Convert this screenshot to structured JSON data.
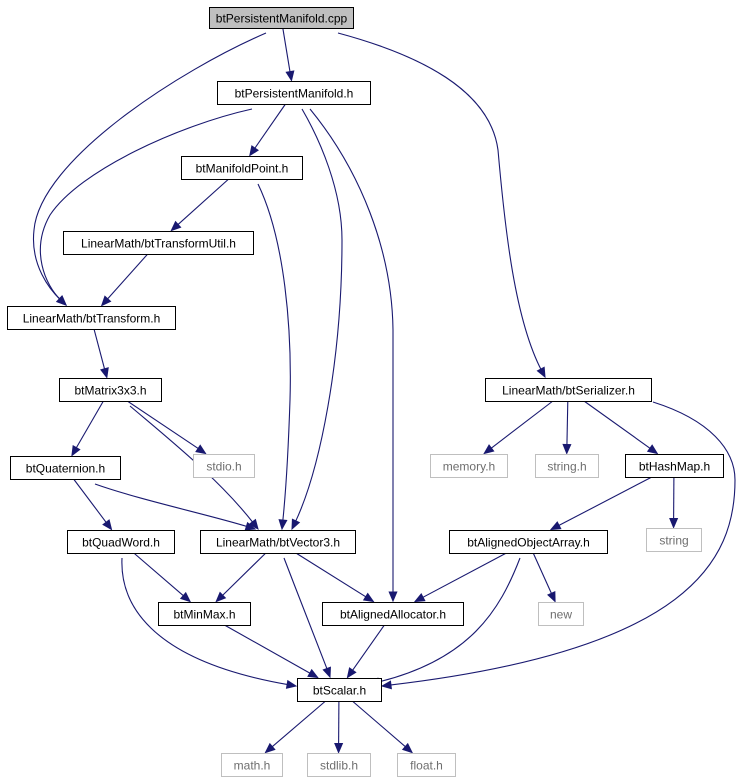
{
  "colors": {
    "edge": "#191970",
    "node_border": "#000000",
    "external_border": "#bfbfbf",
    "root_fill": "#bfbfbf",
    "node_fill": "#ffffff",
    "external_text": "#6e6e6e"
  },
  "nodes": [
    {
      "id": "root",
      "label": "btPersistentManifold.cpp",
      "kind": "root"
    },
    {
      "id": "manifold_h",
      "label": "btPersistentManifold.h",
      "kind": "header"
    },
    {
      "id": "manifoldpoint",
      "label": "btManifoldPoint.h",
      "kind": "header"
    },
    {
      "id": "transformutil",
      "label": "LinearMath/btTransformUtil.h",
      "kind": "header"
    },
    {
      "id": "transform",
      "label": "LinearMath/btTransform.h",
      "kind": "header"
    },
    {
      "id": "matrix3x3",
      "label": "btMatrix3x3.h",
      "kind": "header"
    },
    {
      "id": "quaternion",
      "label": "btQuaternion.h",
      "kind": "header"
    },
    {
      "id": "stdio",
      "label": "stdio.h",
      "kind": "external"
    },
    {
      "id": "quadword",
      "label": "btQuadWord.h",
      "kind": "header"
    },
    {
      "id": "vector3",
      "label": "LinearMath/btVector3.h",
      "kind": "header"
    },
    {
      "id": "minmax",
      "label": "btMinMax.h",
      "kind": "header"
    },
    {
      "id": "alignedalloc",
      "label": "btAlignedAllocator.h",
      "kind": "header"
    },
    {
      "id": "scalar",
      "label": "btScalar.h",
      "kind": "header"
    },
    {
      "id": "math",
      "label": "math.h",
      "kind": "external"
    },
    {
      "id": "stdlib",
      "label": "stdlib.h",
      "kind": "external"
    },
    {
      "id": "float",
      "label": "float.h",
      "kind": "external"
    },
    {
      "id": "serializer",
      "label": "LinearMath/btSerializer.h",
      "kind": "header"
    },
    {
      "id": "memory",
      "label": "memory.h",
      "kind": "external"
    },
    {
      "id": "string_h",
      "label": "string.h",
      "kind": "external"
    },
    {
      "id": "hashmap",
      "label": "btHashMap.h",
      "kind": "header"
    },
    {
      "id": "string",
      "label": "string",
      "kind": "external"
    },
    {
      "id": "alignedarray",
      "label": "btAlignedObjectArray.h",
      "kind": "header"
    },
    {
      "id": "new",
      "label": "new",
      "kind": "external"
    }
  ],
  "edges": [
    {
      "from": "root",
      "to": "manifold_h"
    },
    {
      "from": "root",
      "to": "transform"
    },
    {
      "from": "root",
      "to": "serializer"
    },
    {
      "from": "manifold_h",
      "to": "manifoldpoint"
    },
    {
      "from": "manifold_h",
      "to": "transform"
    },
    {
      "from": "manifold_h",
      "to": "vector3"
    },
    {
      "from": "manifold_h",
      "to": "alignedalloc"
    },
    {
      "from": "manifoldpoint",
      "to": "transformutil"
    },
    {
      "from": "manifoldpoint",
      "to": "vector3"
    },
    {
      "from": "transformutil",
      "to": "transform"
    },
    {
      "from": "transform",
      "to": "matrix3x3"
    },
    {
      "from": "matrix3x3",
      "to": "quaternion"
    },
    {
      "from": "matrix3x3",
      "to": "stdio"
    },
    {
      "from": "matrix3x3",
      "to": "vector3"
    },
    {
      "from": "quaternion",
      "to": "quadword"
    },
    {
      "from": "quaternion",
      "to": "vector3"
    },
    {
      "from": "quadword",
      "to": "minmax"
    },
    {
      "from": "quadword",
      "to": "scalar"
    },
    {
      "from": "vector3",
      "to": "minmax"
    },
    {
      "from": "vector3",
      "to": "alignedalloc"
    },
    {
      "from": "vector3",
      "to": "scalar"
    },
    {
      "from": "minmax",
      "to": "scalar"
    },
    {
      "from": "alignedalloc",
      "to": "scalar"
    },
    {
      "from": "scalar",
      "to": "math"
    },
    {
      "from": "scalar",
      "to": "stdlib"
    },
    {
      "from": "scalar",
      "to": "float"
    },
    {
      "from": "serializer",
      "to": "memory"
    },
    {
      "from": "serializer",
      "to": "string_h"
    },
    {
      "from": "serializer",
      "to": "hashmap"
    },
    {
      "from": "serializer",
      "to": "scalar"
    },
    {
      "from": "hashmap",
      "to": "string"
    },
    {
      "from": "hashmap",
      "to": "alignedarray"
    },
    {
      "from": "alignedarray",
      "to": "alignedalloc"
    },
    {
      "from": "alignedarray",
      "to": "new"
    },
    {
      "from": "alignedarray",
      "to": "scalar"
    }
  ]
}
